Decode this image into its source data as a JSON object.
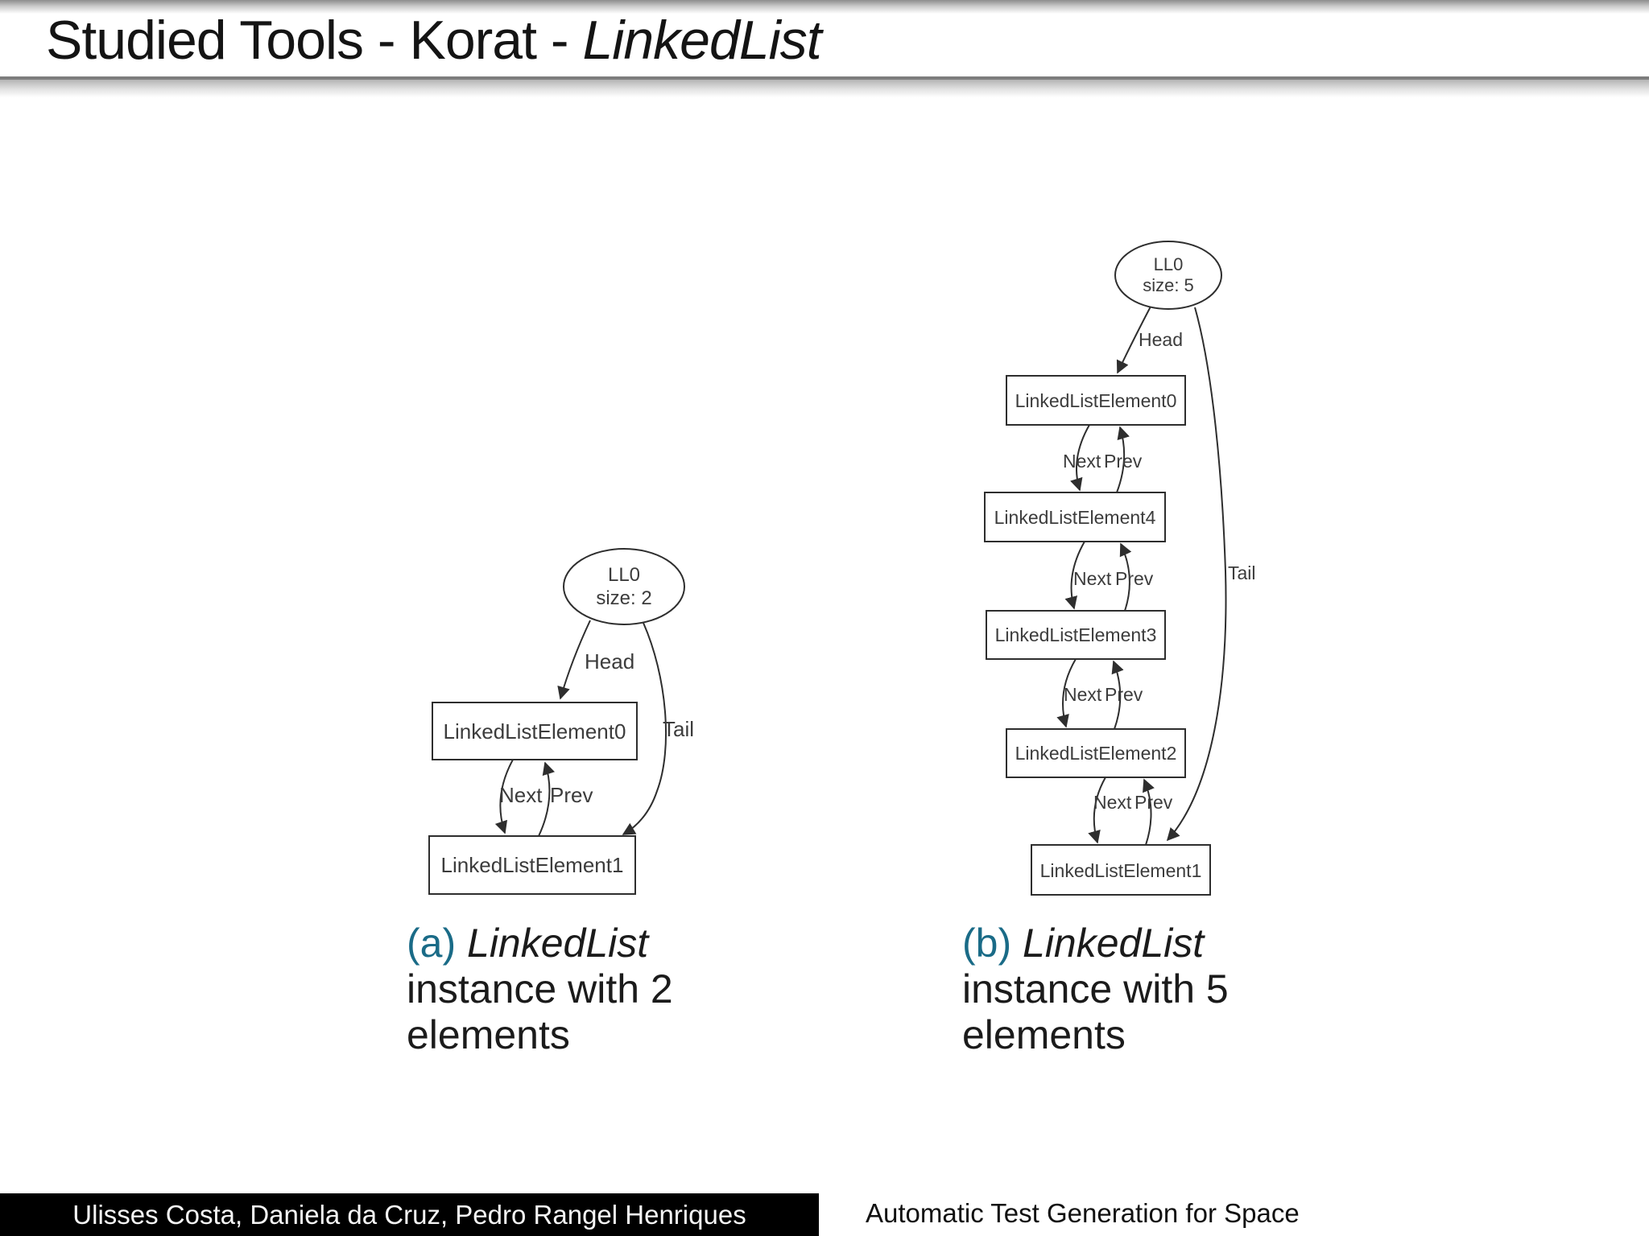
{
  "header": {
    "title_main": "Studied Tools - Korat - ",
    "title_italic": "LinkedList"
  },
  "figure_a": {
    "root_label_line1": "LL0",
    "root_label_line2": "size: 2",
    "edge_head": "Head",
    "edge_tail": "Tail",
    "edge_next": "Next",
    "edge_prev": "Prev",
    "node_element0": "LinkedListElement0",
    "node_element1": "LinkedListElement1",
    "caption_index": "(a)",
    "caption_italic": "LinkedList",
    "caption_rest": "instance with 2 elements"
  },
  "figure_b": {
    "root_label_line1": "LL0",
    "root_label_line2": "size: 5",
    "edge_head": "Head",
    "edge_tail": "Tail",
    "edge_next": "Next",
    "edge_prev": "Prev",
    "node_element0": "LinkedListElement0",
    "node_element4": "LinkedListElement4",
    "node_element3": "LinkedListElement3",
    "node_element2": "LinkedListElement2",
    "node_element1": "LinkedListElement1",
    "caption_index": "(b)",
    "caption_italic": "LinkedList",
    "caption_rest": "instance with 5 elements"
  },
  "footer": {
    "authors": "Ulisses Costa, Daniela da Cruz, Pedro Rangel Henriques",
    "presentation_title": "Automatic Test Generation for Space"
  },
  "colors": {
    "accent_teal": "#1a6b87",
    "footer_bg": "#000000",
    "graph_stroke": "#2e2e2e",
    "header_shade": "#8d8d8d"
  }
}
